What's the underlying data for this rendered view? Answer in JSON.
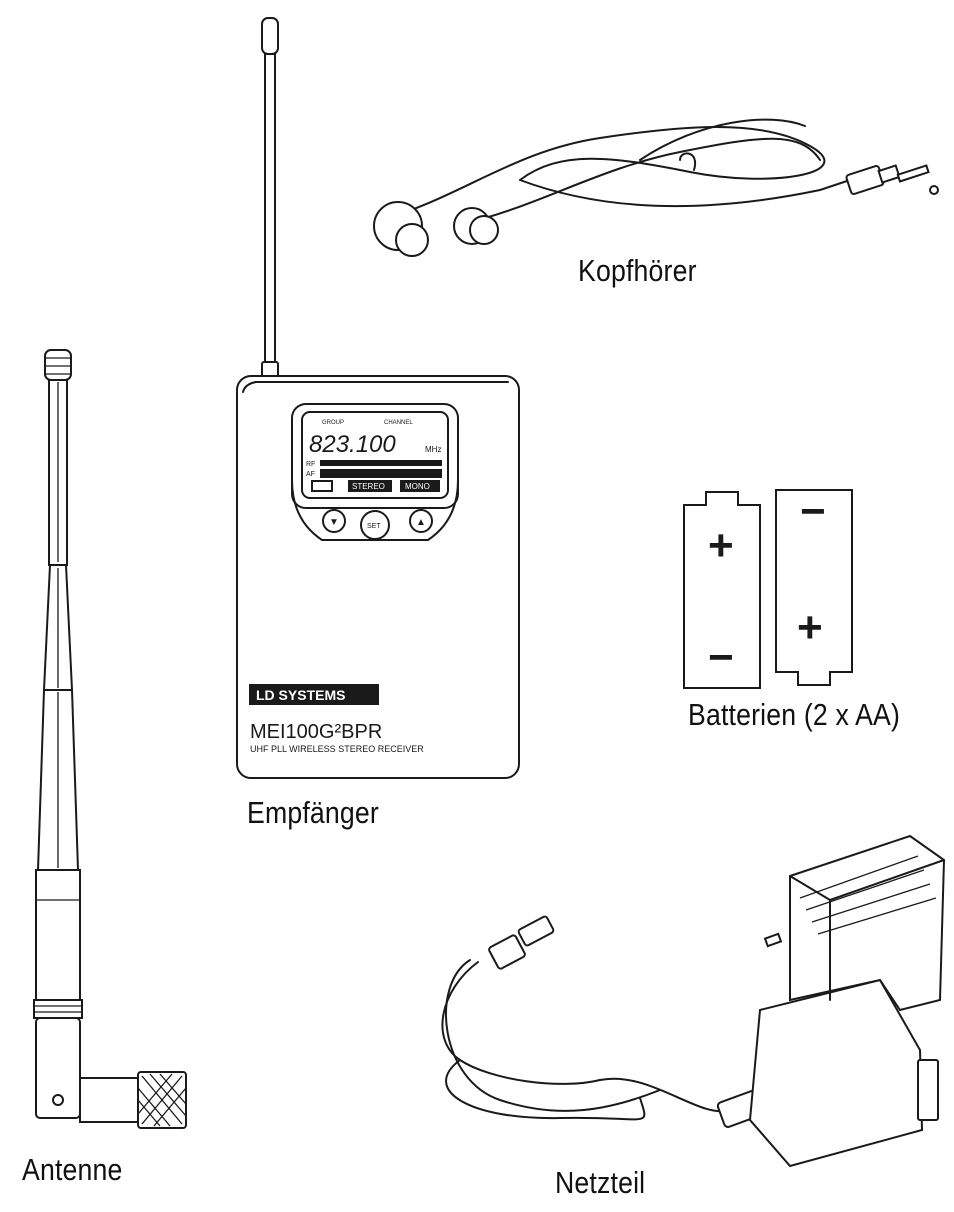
{
  "labels": {
    "headphones": "Kopfhörer",
    "receiver": "Empfänger",
    "batteries": "Batterien (2 x AA)",
    "antenna": "Antenne",
    "power_supply": "Netzteil"
  },
  "receiver": {
    "lcd_group": "GROUP",
    "lcd_channel": "CHANNEL",
    "lcd_freq": "823.100",
    "lcd_unit": "MHz",
    "lcd_rf": "RF",
    "lcd_af": "AF",
    "lcd_stereo": "STEREO",
    "lcd_mono": "MONO",
    "btn_down": "▼",
    "btn_set": "SET",
    "btn_up": "▲",
    "brand": "LD SYSTEMS",
    "model": "MEI100G²BPR",
    "subtitle": "UHF PLL WIRELESS STEREO RECEIVER"
  },
  "batteries": {
    "left_top_sign": "+",
    "left_bottom_sign": "−",
    "right_top_sign": "−",
    "right_bottom_sign": "+"
  },
  "colors": {
    "line": "#1a1a1a",
    "background": "#ffffff"
  }
}
